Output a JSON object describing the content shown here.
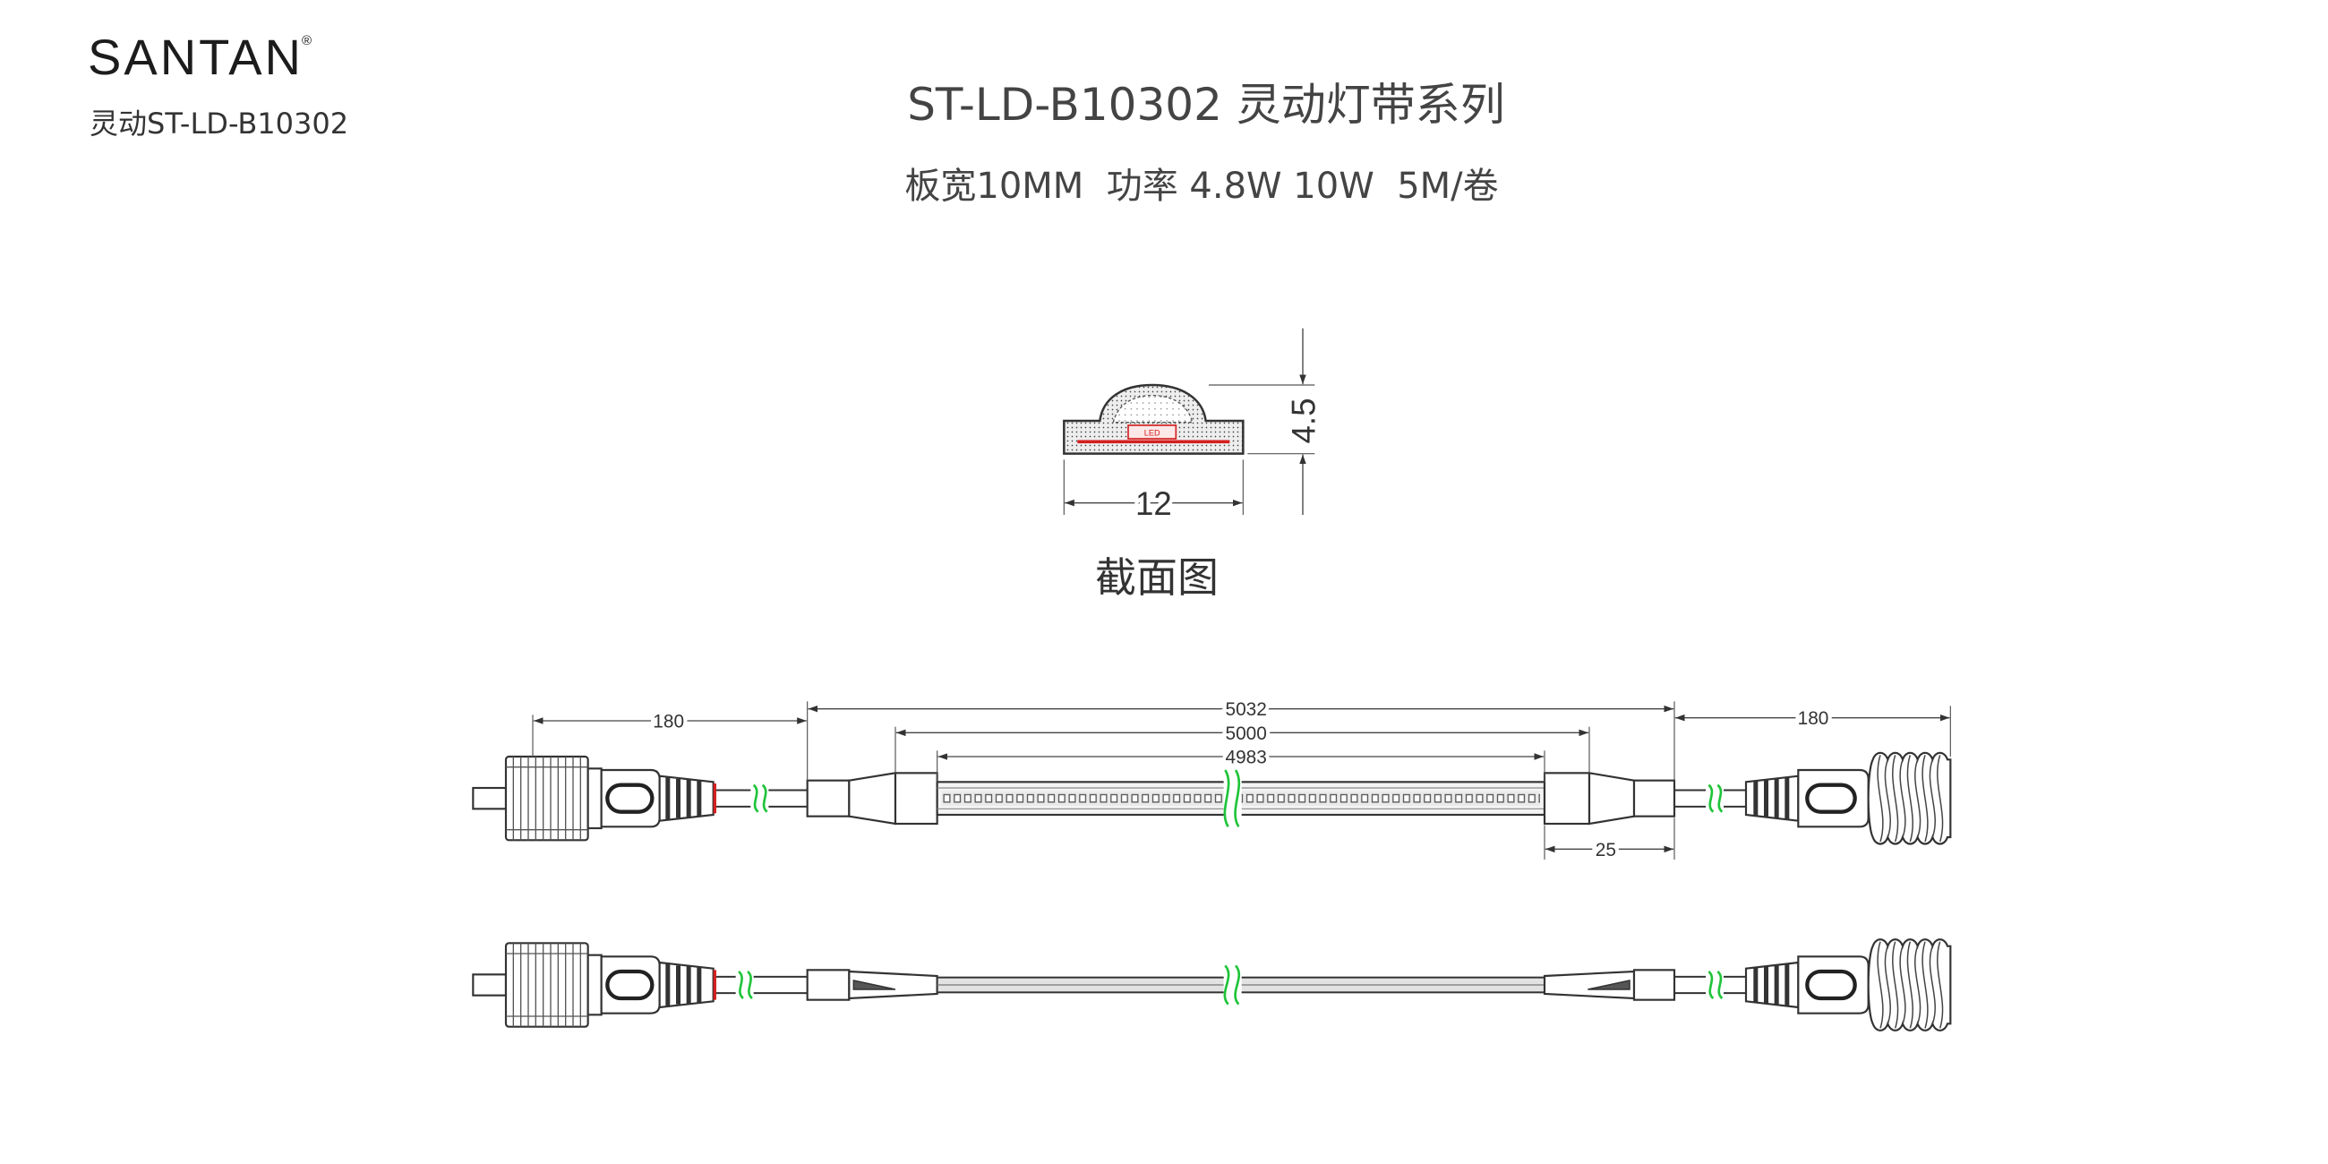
{
  "brand": {
    "logo": "SANTAN",
    "registered": "®",
    "model": "灵动ST-LD-B10302"
  },
  "title": "ST-LD-B10302 灵动灯带系列",
  "specs": "板宽10MM  功率 4.8W 10W  5M/卷",
  "cross_section": {
    "caption": "截面图",
    "width_label": "12",
    "height_label": "4.5",
    "led_label": "LED"
  },
  "assembly": {
    "dim_left": "180",
    "dim_overall": "5032",
    "dim_tube": "5000",
    "dim_strip": "4983",
    "dim_right": "180",
    "dim_end": "25"
  },
  "colors": {
    "text": "#444444",
    "line": "#333333",
    "pcb": "#d42020",
    "break_mark": "#1fc43a"
  }
}
